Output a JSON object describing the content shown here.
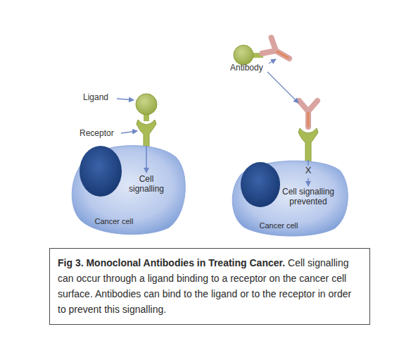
{
  "diagram": {
    "nodes": [
      {
        "text": [
          "Cell signalling",
          "Cancer cell"
        ]
      },
      {
        "text": [
          "X",
          "Cell signalling prevented",
          "Cancer cell"
        ]
      },
      {
        "text": [
          "Fig 3. Monoclonal Antibodies in Treating Cancer.",
          "Cell signalling can occur through a ligand binding to a receptor on the cancer cell surface. Antibodies can bind to the ligand or to the receptor in order to prevent this signalling."
        ]
      }
    ],
    "labels": [
      "Ligand",
      "Receptor",
      "Antibody"
    ]
  }
}
